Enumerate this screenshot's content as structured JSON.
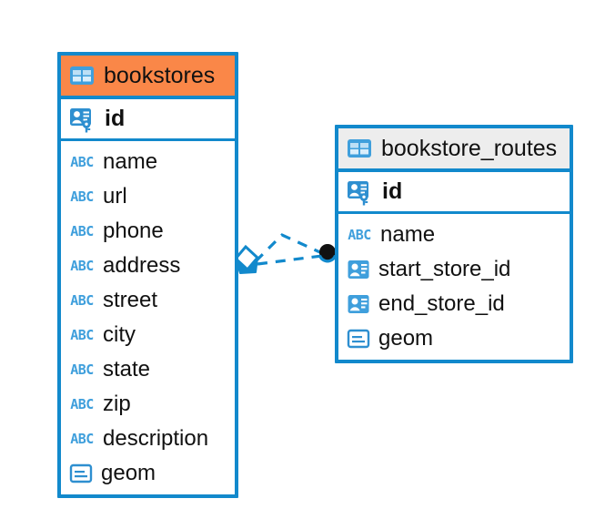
{
  "diagram": {
    "type": "entity-relationship-diagram",
    "background_color": "#ffffff",
    "accent_color": "#1289cc",
    "highlight_color": "#fa8748",
    "header_grey": "#ededed"
  },
  "entities": [
    {
      "name": "bookstores",
      "header_style": "orange",
      "primary_key": {
        "label": "id",
        "icon": "primary-key-icon"
      },
      "fields": [
        {
          "label": "name",
          "icon": "abc-text-icon",
          "type": "text"
        },
        {
          "label": "url",
          "icon": "abc-text-icon",
          "type": "text"
        },
        {
          "label": "phone",
          "icon": "abc-text-icon",
          "type": "text"
        },
        {
          "label": "address",
          "icon": "abc-text-icon",
          "type": "text"
        },
        {
          "label": "street",
          "icon": "abc-text-icon",
          "type": "text"
        },
        {
          "label": "city",
          "icon": "abc-text-icon",
          "type": "text"
        },
        {
          "label": "state",
          "icon": "abc-text-icon",
          "type": "text"
        },
        {
          "label": "zip",
          "icon": "abc-text-icon",
          "type": "text"
        },
        {
          "label": "description",
          "icon": "abc-text-icon",
          "type": "text"
        },
        {
          "label": "geom",
          "icon": "geometry-icon",
          "type": "geometry"
        }
      ]
    },
    {
      "name": "bookstore_routes",
      "header_style": "grey",
      "primary_key": {
        "label": "id",
        "icon": "primary-key-icon"
      },
      "fields": [
        {
          "label": "name",
          "icon": "abc-text-icon",
          "type": "text"
        },
        {
          "label": "start_store_id",
          "icon": "foreign-key-icon",
          "type": "foreign-key"
        },
        {
          "label": "end_store_id",
          "icon": "foreign-key-icon",
          "type": "foreign-key"
        },
        {
          "label": "geom",
          "icon": "geometry-icon",
          "type": "geometry"
        }
      ]
    }
  ],
  "relationship": {
    "style": "dashed",
    "color": "#1289cc",
    "source_entity": "bookstores",
    "target_entity": "bookstore_routes",
    "source_endpoint": "diamond-arrow-marker",
    "target_endpoint": "filled-circle-marker"
  }
}
